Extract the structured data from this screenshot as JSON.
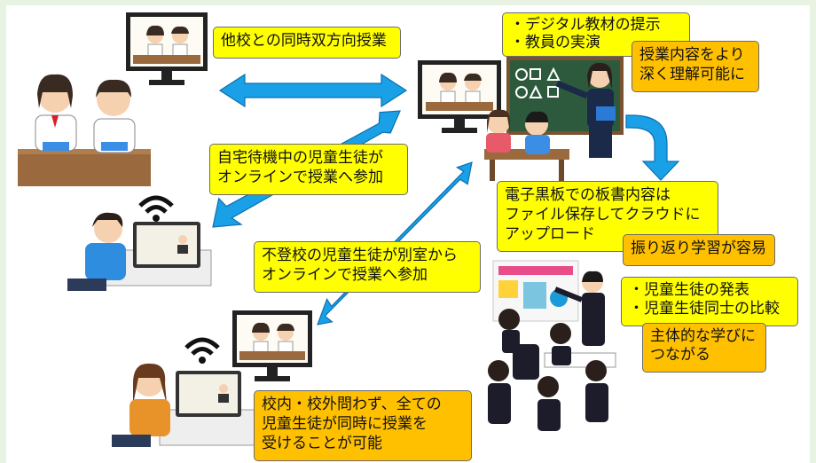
{
  "callouts": {
    "dual_direction": "他校との同時双方向授業",
    "home_line1": "自宅待機中の児童生徒が",
    "home_line2": "オンラインで授業へ参加",
    "absent_line1": "不登校の児童生徒が別室から",
    "absent_line2": "オンラインで授業へ参加",
    "digital_line1": "・デジタル教材の提示",
    "digital_line2": "・教員の実演",
    "understand_line1": "授業内容をより",
    "understand_line2": "深く理解可能に",
    "board_line1": "電子黒板での板書内容は",
    "board_line2": "ファイル保存してクラウドに",
    "board_line3": "アップロード",
    "review": "振り返り学習が容易",
    "present_line1": "・児童生徒の発表",
    "present_line2": "・児童生徒同士の比較",
    "active_line1": "主体的な学びに",
    "active_line2": "つながる",
    "all_line1": "校内・校外問わず、全ての",
    "all_line2": "児童生徒が同時に授業を",
    "all_line3": "受けることが可能"
  },
  "colors": {
    "arrow": "#1aa0e6",
    "yellow_box": "#ffff00",
    "orange_box": "#ffc000",
    "background": "#e9f3e4"
  }
}
